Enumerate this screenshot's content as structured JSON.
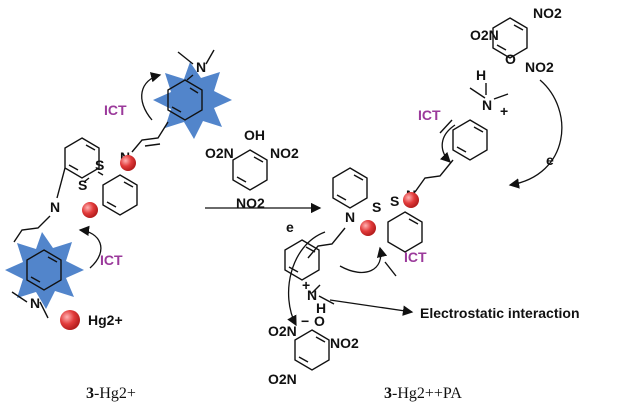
{
  "colors": {
    "ict_text": "#9b3a9b",
    "star_blue": "#3f78c5",
    "hg_red": "#e23b3b",
    "ink": "#111111"
  },
  "labels": {
    "ict": "ICT",
    "n": "N",
    "s": "S",
    "oh": "OH",
    "o": "O",
    "h": "H",
    "no2": "NO2",
    "o2n": "O2N",
    "hg_legend": "Hg2+",
    "electrostatic": "Electrostatic interaction",
    "electron": "e",
    "plus": "+",
    "minus": "−",
    "caption_left_bold": "3",
    "caption_left_rest": "-Hg2+",
    "caption_right_bold": "3",
    "caption_right_rest": "-Hg2++PA"
  },
  "icons": [
    "hg-ion-sphere",
    "fluorescence-star",
    "reaction-arrow",
    "ict-curved-arrow"
  ]
}
